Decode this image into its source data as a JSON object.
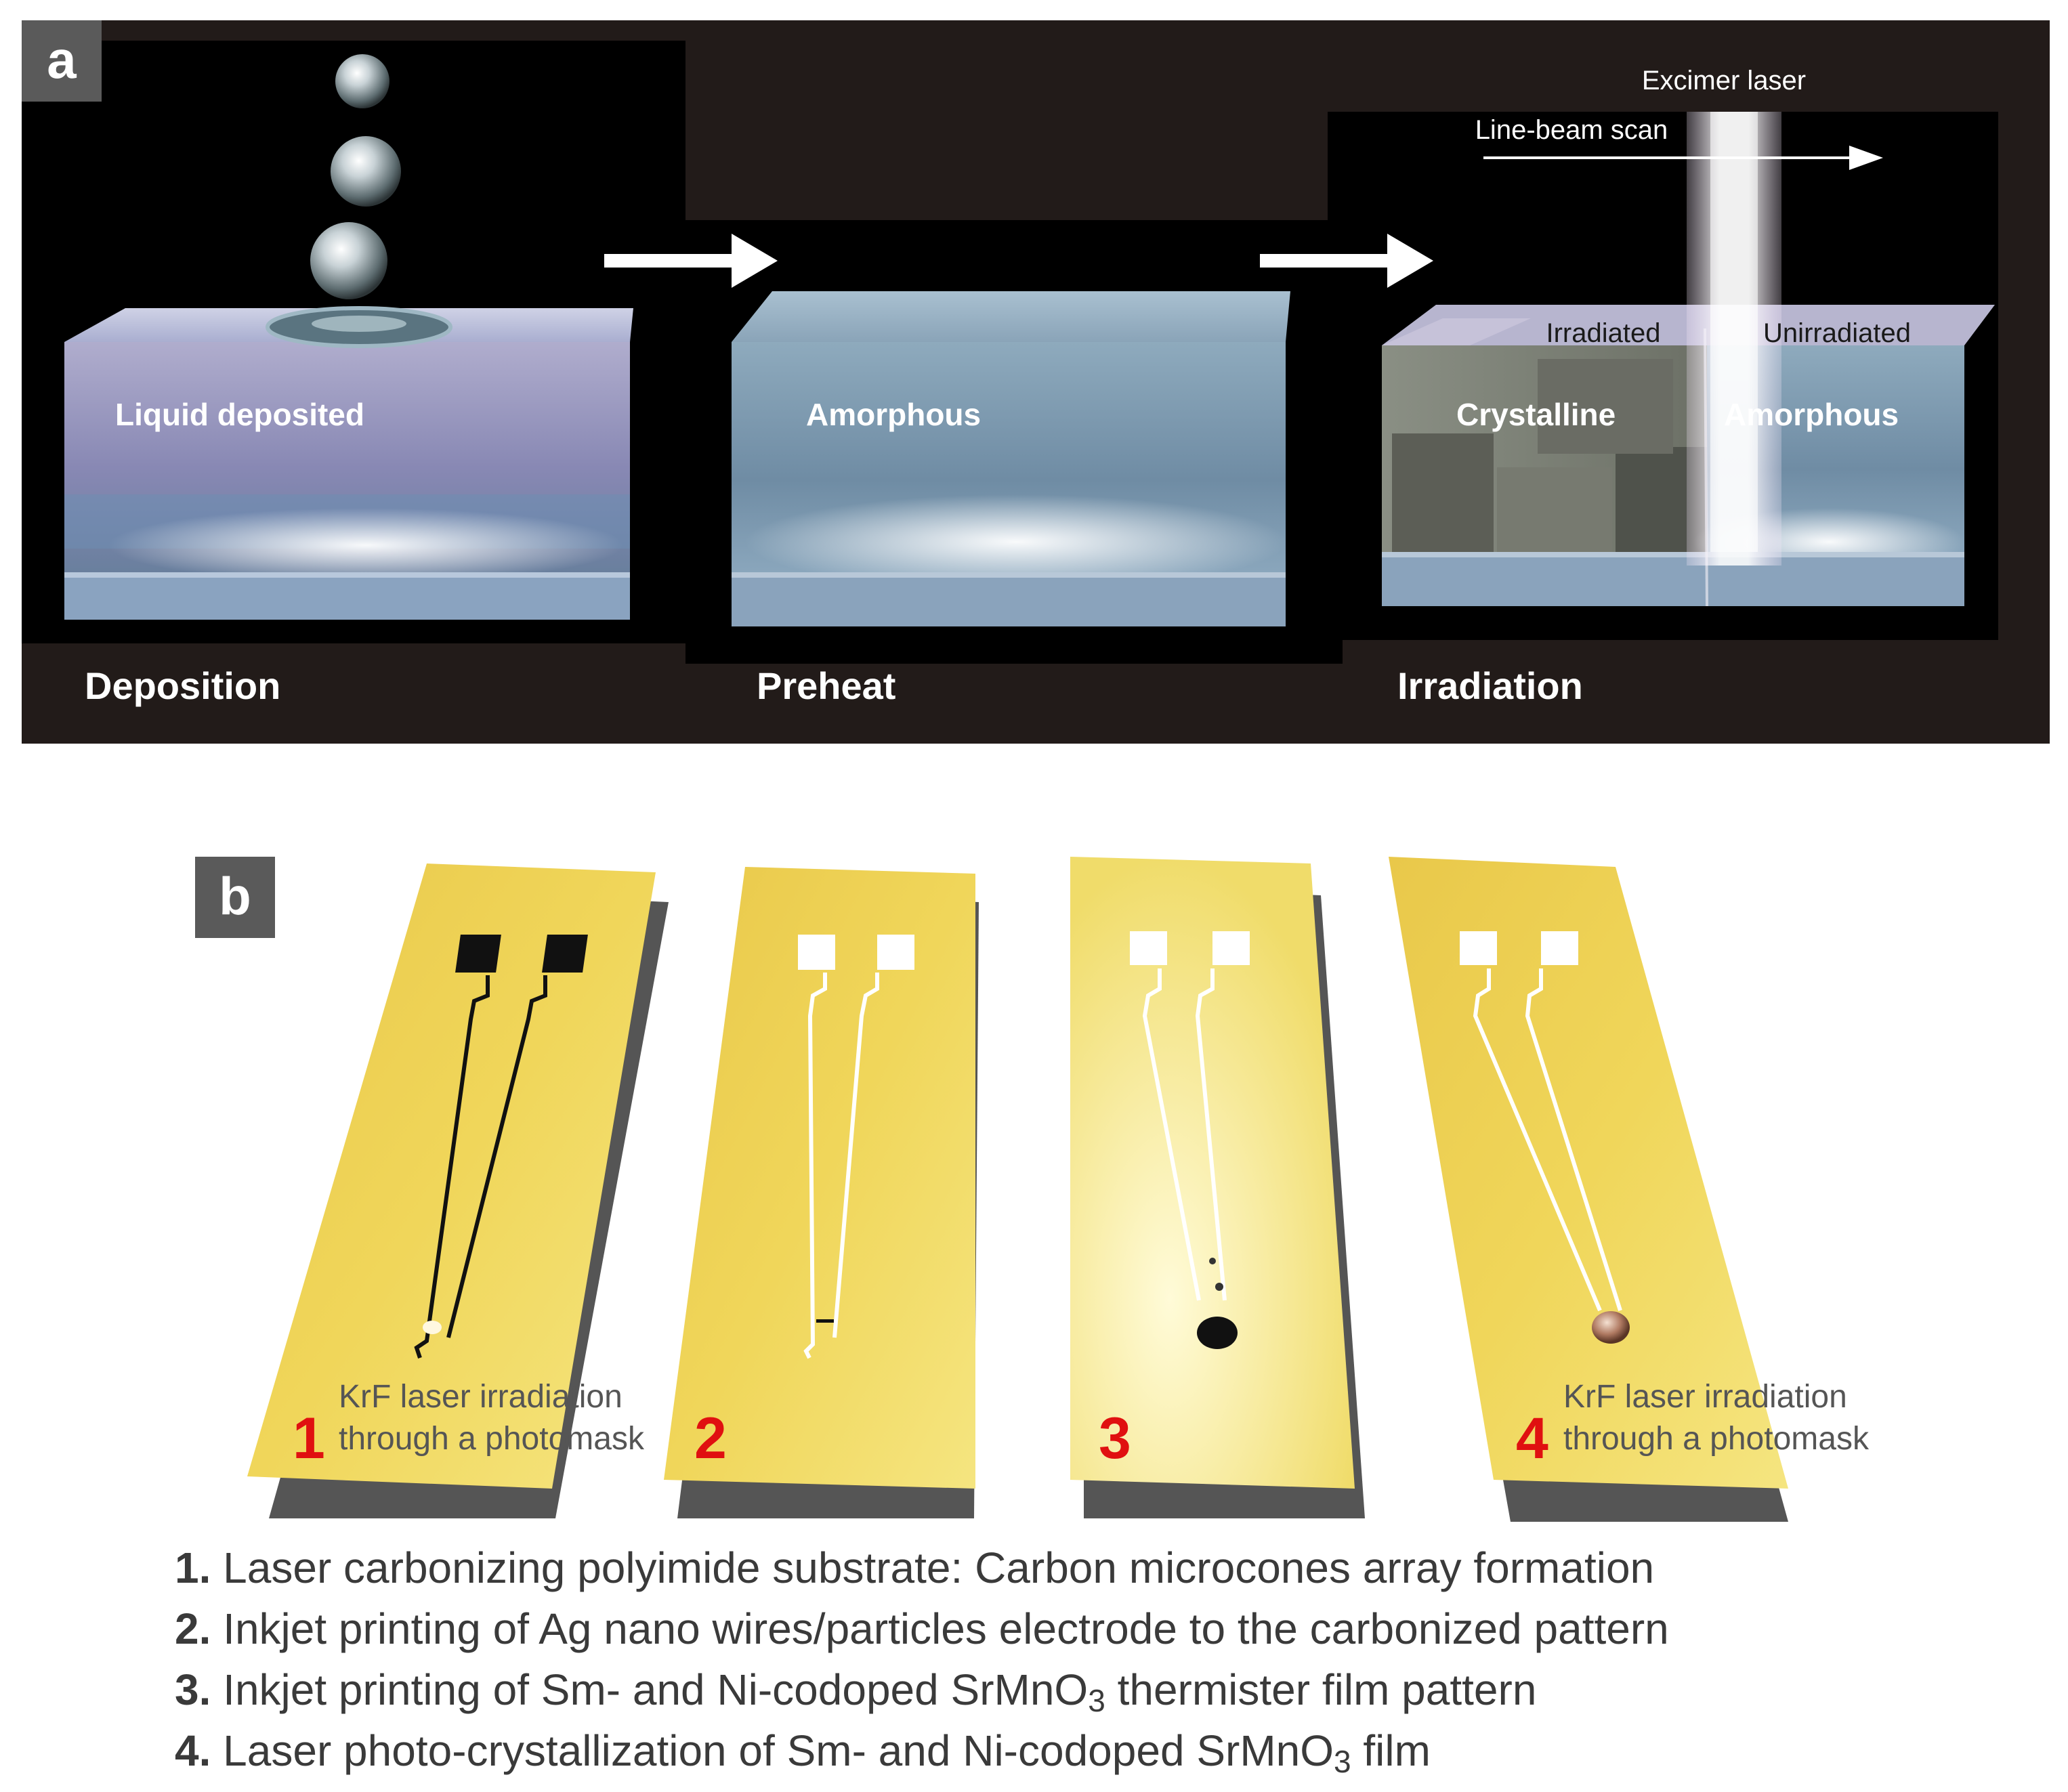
{
  "panel_a": {
    "label": "a",
    "stages": [
      "Deposition",
      "Preheat",
      "Irradiation"
    ],
    "block_labels": {
      "deposition": "Liquid deposited",
      "preheat": "Amorphous",
      "irradiation_left": "Crystalline",
      "irradiation_right": "Amorphous"
    },
    "laser_label": "Excimer laser",
    "scan_label": "Line-beam scan",
    "irradiated_label": "Irradiated",
    "unirradiated_label": "Unirradiated"
  },
  "panel_b": {
    "label": "b",
    "strip_numbers": [
      "1",
      "2",
      "3",
      "4"
    ],
    "note_1_line1": "KrF laser irradiation",
    "note_1_line2": "through a photomask",
    "note_4_line1": "KrF laser irradiation",
    "note_4_line2": "through a photomask",
    "steps": [
      {
        "num": "1.",
        "text": "Laser carbonizing polyimide substrate: Carbon microcones array formation"
      },
      {
        "num": "2.",
        "text": "Inkjet printing of Ag nano wires/particles electrode to the carbonized pattern"
      },
      {
        "num": "3.",
        "pre": "Inkjet printing of Sm- and Ni-codoped SrMnO",
        "sub": "3",
        "post": " thermister film pattern"
      },
      {
        "num": "4.",
        "pre": "Laser photo-crystallization of Sm- and Ni-codoped SrMnO",
        "sub": "3",
        "post": " film"
      }
    ]
  }
}
